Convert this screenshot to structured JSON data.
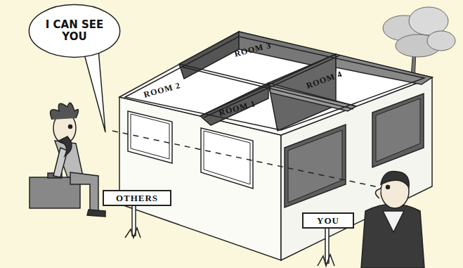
{
  "diagram": {
    "nodes": [
      {
        "text": [
          "I CAN SEE YOU"
        ]
      },
      {
        "text": [
          "OTHERS"
        ]
      },
      {
        "text": [
          "YOU"
        ]
      }
    ],
    "labels": [
      "ROOM 2",
      "ROOM 3",
      "ROOM 1",
      "ROOM 4"
    ]
  }
}
